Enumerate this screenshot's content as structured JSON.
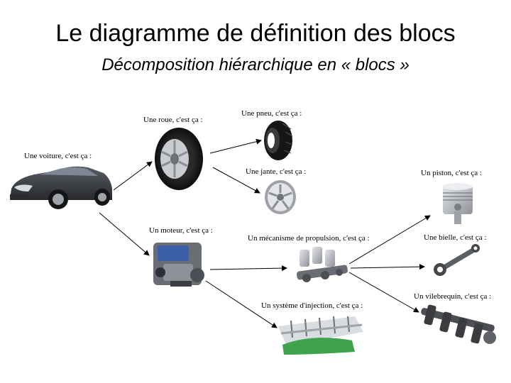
{
  "header": {
    "title": "Le diagramme de définition des blocs",
    "subtitle": "Décomposition hiérarchique en « blocs »"
  },
  "blocks": {
    "voiture": "Une voiture, c'est ça :",
    "roue": "Une roue, c'est ça :",
    "pneu": "Une pneu, c'est ça :",
    "jante": "Une jante, c'est ça :",
    "moteur": "Un moteur, c'est ça :",
    "propulsion": "Un mécanisme de propulsion, c'est ça :",
    "injection": "Un système d'injection, c'est ça :",
    "piston": "Un piston, c'est ça :",
    "bielle": "Une bielle, c'est ça :",
    "vilebrequin": "Un vilebrequin, c'est ça :"
  },
  "icons": {
    "car": "car-image",
    "wheel": "wheel-image",
    "tire": "tire-image",
    "rim": "rim-image",
    "engine": "engine-image",
    "propulsion": "propulsion-mechanism-image",
    "injection": "injection-system-image",
    "piston": "piston-image",
    "rod": "connecting-rod-image",
    "crankshaft": "crankshaft-image"
  },
  "colors": {
    "car_body": "#3a3d42",
    "metal": "#b8bcc2",
    "tire": "#1c1c1c",
    "engine_blue": "#3b5fa8",
    "injection_green": "#3fa34d"
  }
}
